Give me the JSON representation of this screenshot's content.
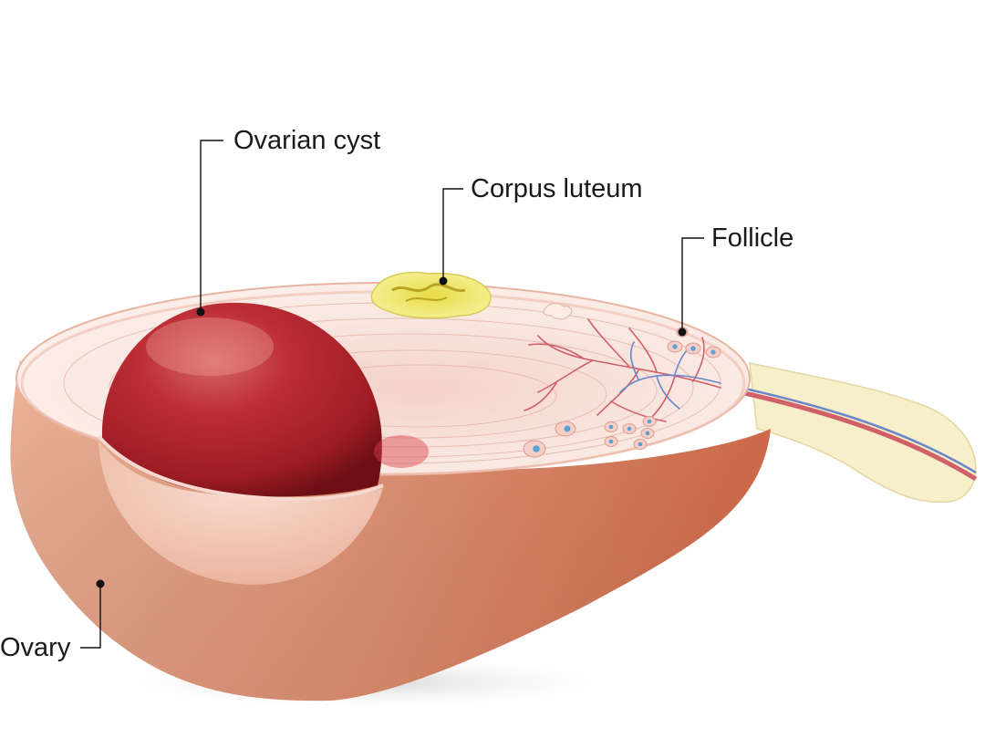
{
  "labels": {
    "ovarian_cyst": "Ovarian cyst",
    "corpus_luteum": "Corpus luteum",
    "follicle": "Follicle",
    "ovary": "Ovary"
  },
  "colors": {
    "ovary_body": "#e39a7c",
    "cut_surface": "#f8e4dd",
    "cyst": "#b3202b",
    "corpus_luteum": "#f2ea6e",
    "ligament": "#f7efc9",
    "vessel_red": "#d0606a",
    "vessel_blue": "#6b86c9",
    "leader_line": "#111111"
  }
}
